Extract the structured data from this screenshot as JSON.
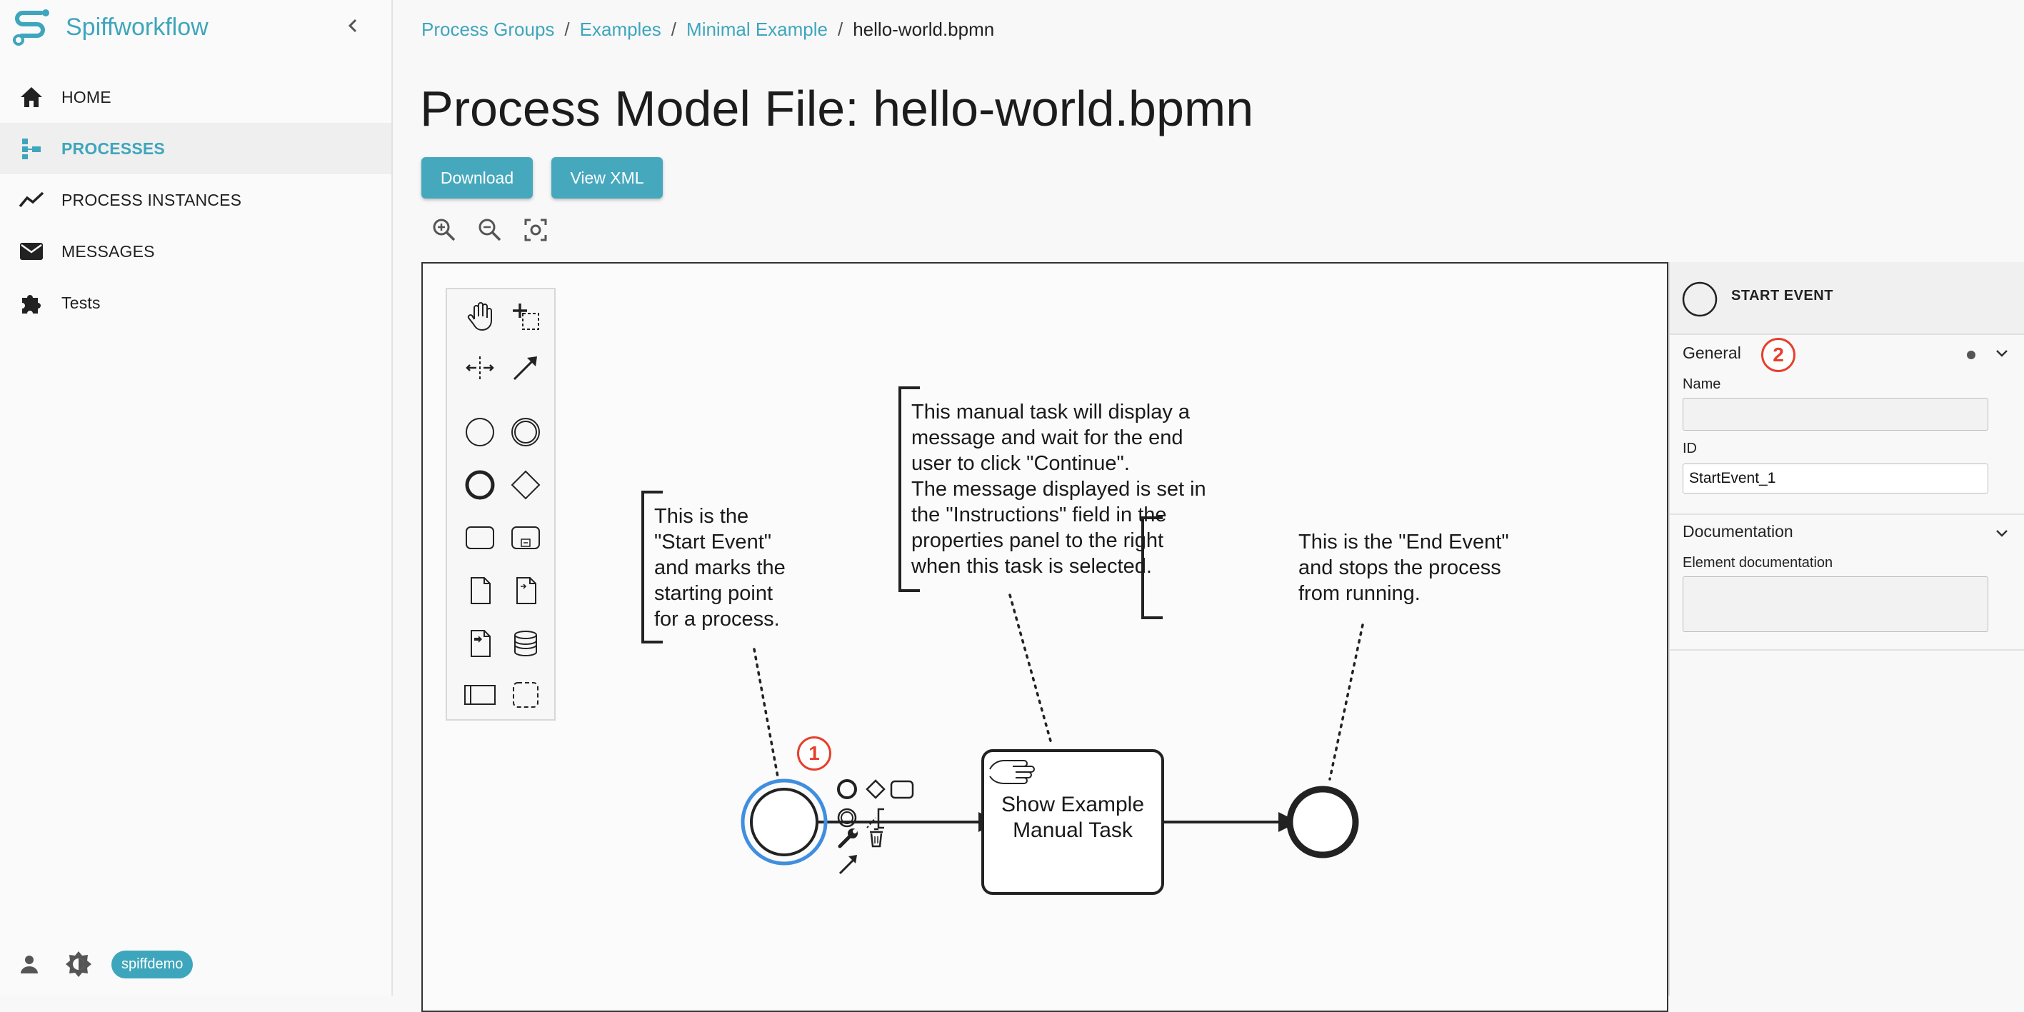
{
  "app": {
    "name": "Spiffworkflow"
  },
  "sidebar": {
    "items": [
      {
        "label": "HOME",
        "icon": "home-icon"
      },
      {
        "label": "PROCESSES",
        "icon": "process-tree-icon"
      },
      {
        "label": "PROCESS INSTANCES",
        "icon": "trend-line-icon"
      },
      {
        "label": "MESSAGES",
        "icon": "envelope-icon"
      },
      {
        "label": "Tests",
        "icon": "puzzle-icon"
      }
    ],
    "active": "PROCESSES",
    "user": "spiffdemo"
  },
  "breadcrumb": {
    "items": [
      "Process Groups",
      "Examples",
      "Minimal Example"
    ],
    "current": "hello-world.bpmn",
    "separator": "/"
  },
  "page": {
    "title": "Process Model File: hello-world.bpmn",
    "download_label": "Download",
    "viewxml_label": "View XML"
  },
  "diagram": {
    "annotations": {
      "start": "This is the\n\"Start Event\"\nand marks the\nstarting point\nfor a process.",
      "task": "This manual task will display a\nmessage and wait for the end\nuser to click \"Continue\".\nThe message displayed is set in\nthe \"Instructions\" field in the\nproperties panel to the right\nwhen this task is selected.",
      "end": "This is the \"End Event\"\nand stops the process\nfrom running."
    },
    "task_label": "Show Example\nManual Task",
    "badge_1": "1",
    "badge_2": "2"
  },
  "properties": {
    "element_type": "START EVENT",
    "general": {
      "title": "General",
      "name_label": "Name",
      "name_value": "",
      "id_label": "ID",
      "id_value": "StartEvent_1"
    },
    "documentation": {
      "title": "Documentation",
      "element_doc_label": "Element documentation",
      "element_doc_value": ""
    }
  },
  "colors": {
    "accent": "#3ea6bc",
    "button": "#46a8bd",
    "badge": "#e6402c",
    "selection": "#3f8ee0"
  }
}
